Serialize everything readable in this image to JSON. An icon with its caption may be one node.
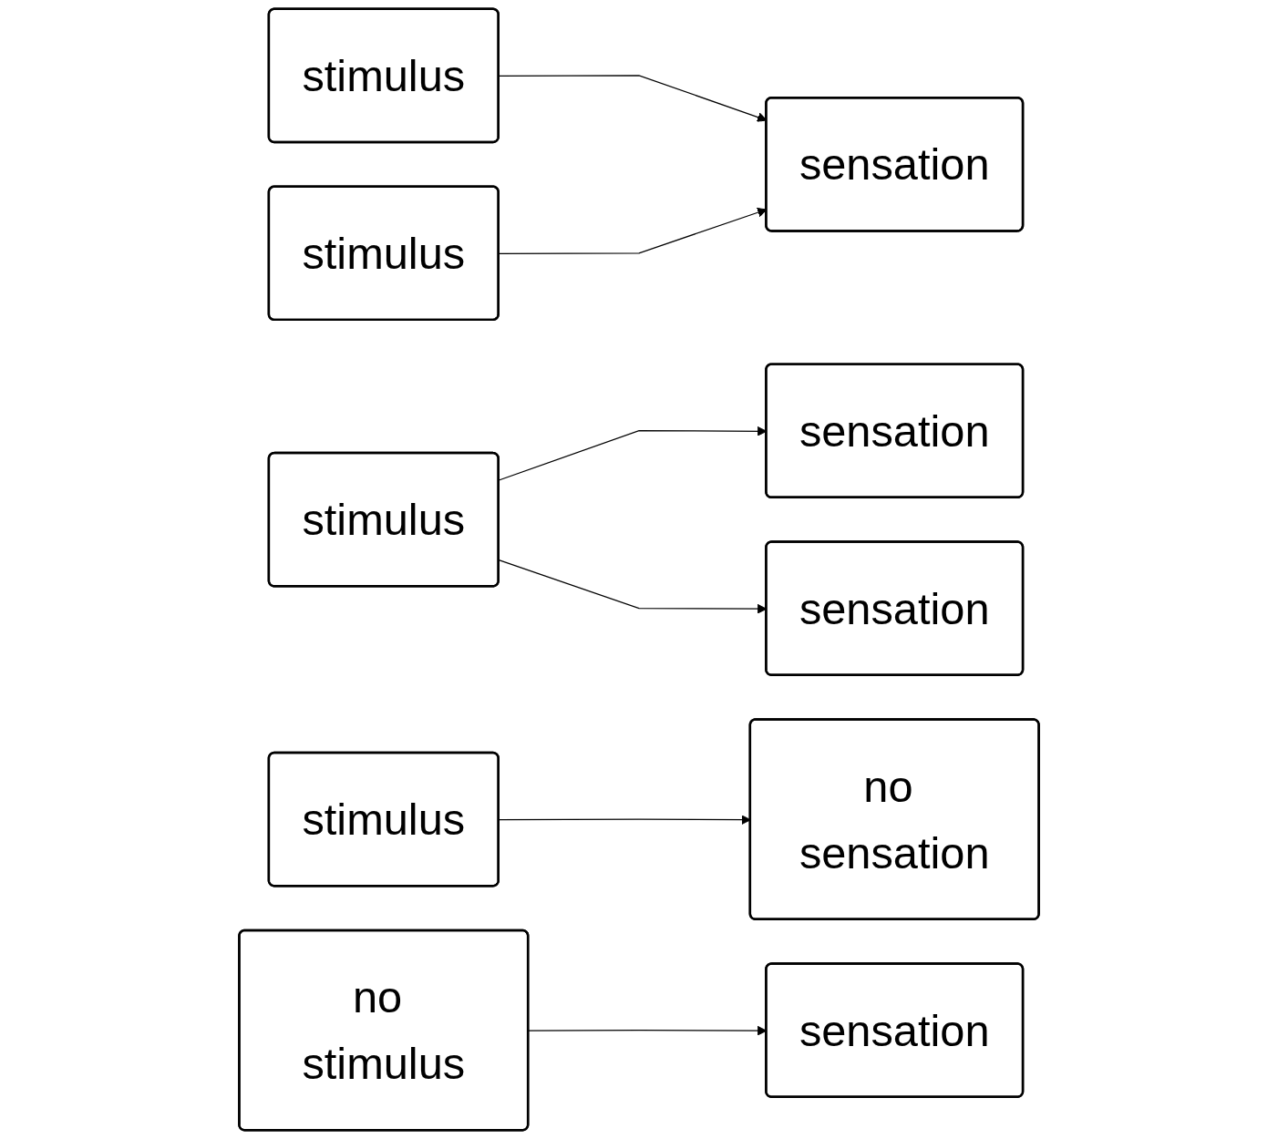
{
  "diagram": {
    "nodes": [
      {
        "text": [
          "stimulus"
        ]
      },
      {
        "text": [
          "sensation"
        ]
      },
      {
        "text": [
          "stimulus"
        ]
      },
      {
        "text": [
          "sensation"
        ]
      },
      {
        "text": [
          "stimulus"
        ]
      },
      {
        "text": [
          "sensation"
        ]
      },
      {
        "text": [
          "stimulus"
        ]
      },
      {
        "text": [
          "no sensation"
        ]
      },
      {
        "text": [
          "no stimulus"
        ]
      },
      {
        "text": [
          "sensation"
        ]
      }
    ],
    "edges": [
      {
        "from": 0,
        "to": 1,
        "arrow": "to"
      },
      {
        "from": 2,
        "to": 1,
        "arrow": "to"
      },
      {
        "from": 4,
        "to": 3,
        "arrow": "to"
      },
      {
        "from": 4,
        "to": 5,
        "arrow": "to"
      },
      {
        "from": 6,
        "to": 7,
        "arrow": "to"
      },
      {
        "from": 8,
        "to": 9,
        "arrow": "to"
      }
    ]
  }
}
